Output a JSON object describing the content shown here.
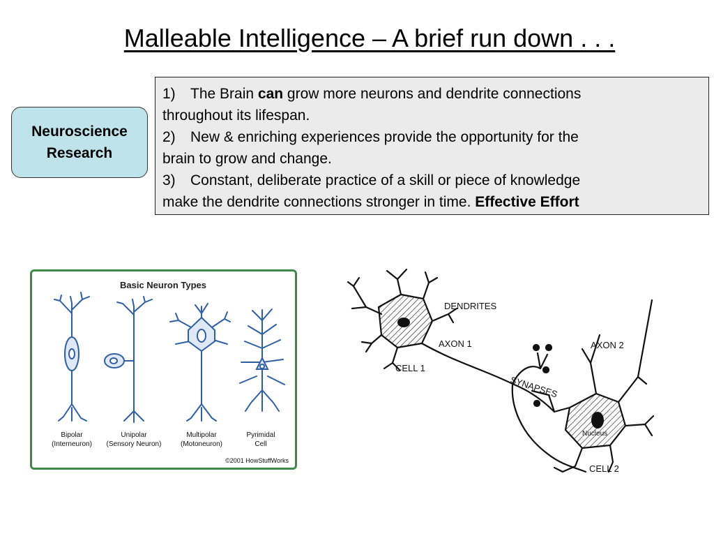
{
  "slide": {
    "title": "Malleable Intelligence – A brief run down . . ."
  },
  "tag": {
    "line1": "Neuroscience",
    "line2": "Research"
  },
  "points": [
    {
      "num": "1)",
      "before": "The Brain ",
      "bold": "can",
      "after": " grow more neurons and dendrite connections",
      "cont": "throughout its lifespan."
    },
    {
      "num": "2)",
      "text": "New & enriching experiences provide the opportunity for the",
      "cont": "brain to grow and change."
    },
    {
      "num": "3)",
      "text": "Constant, deliberate practice of a skill or piece of knowledge",
      "cont": "make the dendrite connections stronger in time. ",
      "cont_bold": "Effective Effort"
    }
  ],
  "neuron_types": {
    "title": "Basic Neuron Types",
    "types": [
      {
        "name": "Bipolar",
        "sub": "(Interneuron)"
      },
      {
        "name": "Unipolar",
        "sub": "(Sensory Neuron)"
      },
      {
        "name": "Multipolar",
        "sub": "(Motoneuron)"
      },
      {
        "name": "Pyrimidal",
        "sub": "Cell"
      }
    ],
    "credit": "©2001 HowStuffWorks",
    "colors": {
      "border": "#3d8a4a",
      "neuron": "#2f5fa3",
      "body_fill": "#dfe8f5"
    }
  },
  "synapse_diagram": {
    "labels": {
      "dendrites": "DENDRITES",
      "axon1": "AXON 1",
      "cell1": "CELL 1",
      "axon2": "AXON 2",
      "synapses": "SYNAPSES",
      "nucleus": "Nucleus",
      "cell2": "CELL 2"
    }
  }
}
